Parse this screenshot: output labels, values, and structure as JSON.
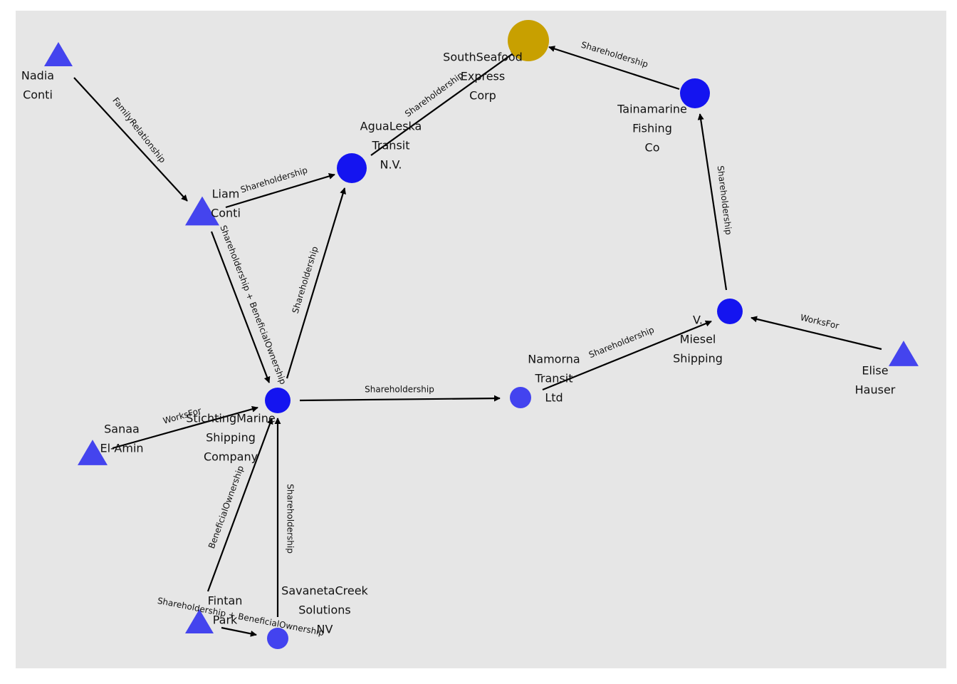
{
  "colors": {
    "background": "#e6e6e6",
    "person": "#4444ee",
    "company": "#1414f0",
    "company_light": "#4343ef",
    "target": "#c8a000",
    "edge": "#000000"
  },
  "nodes": [
    {
      "id": "nadia",
      "kind": "person",
      "label": [
        "Nadia",
        "Conti"
      ]
    },
    {
      "id": "liam",
      "kind": "person",
      "label": [
        "Liam",
        "Conti"
      ]
    },
    {
      "id": "sanaa",
      "kind": "person",
      "label": [
        "Sanaa",
        "El-Amin"
      ]
    },
    {
      "id": "fintan",
      "kind": "person",
      "label": [
        "Fintan",
        "Park"
      ]
    },
    {
      "id": "elise",
      "kind": "person",
      "label": [
        "Elise",
        "Hauser"
      ]
    },
    {
      "id": "southseafood",
      "kind": "target",
      "label": [
        "SouthSeafood",
        "Express",
        "Corp"
      ]
    },
    {
      "id": "agualeska",
      "kind": "company",
      "label": [
        "AguaLeska",
        "Transit",
        "N.V."
      ]
    },
    {
      "id": "tainamarine",
      "kind": "company",
      "label": [
        "Tainamarine",
        "Fishing",
        "Co"
      ]
    },
    {
      "id": "stichting",
      "kind": "company",
      "label": [
        "StichtingMarine",
        "Shipping",
        "Company"
      ]
    },
    {
      "id": "namorna",
      "kind": "company_light",
      "label": [
        "Namorna",
        "Transit",
        "Ltd"
      ]
    },
    {
      "id": "vmiesel",
      "kind": "company",
      "label": [
        "V.",
        "Miesel",
        "Shipping"
      ]
    },
    {
      "id": "savaneta",
      "kind": "company_light",
      "label": [
        "SavanetaCreek",
        "Solutions",
        "NV"
      ]
    }
  ],
  "edges": [
    {
      "from": "nadia",
      "to": "liam",
      "label": "FamilyRelationship"
    },
    {
      "from": "liam",
      "to": "agualeska",
      "label": "Shareholdership"
    },
    {
      "from": "liam",
      "to": "stichting",
      "label": "Shareholdership + BeneficialOwnership"
    },
    {
      "from": "stichting",
      "to": "agualeska",
      "label": "Shareholdership"
    },
    {
      "from": "agualeska",
      "to": "southseafood",
      "label": "Shareholdership"
    },
    {
      "from": "tainamarine",
      "to": "southseafood",
      "label": "Shareholdership"
    },
    {
      "from": "vmiesel",
      "to": "tainamarine",
      "label": "Shareholdership"
    },
    {
      "from": "elise",
      "to": "vmiesel",
      "label": "WorksFor"
    },
    {
      "from": "namorna",
      "to": "vmiesel",
      "label": "Shareholdership"
    },
    {
      "from": "stichting",
      "to": "namorna",
      "label": "Shareholdership"
    },
    {
      "from": "sanaa",
      "to": "stichting",
      "label": "WorksFor"
    },
    {
      "from": "fintan",
      "to": "stichting",
      "label": "BeneficialOwnership"
    },
    {
      "from": "savaneta",
      "to": "stichting",
      "label": "Shareholdership"
    },
    {
      "from": "fintan",
      "to": "savaneta",
      "label": "Shareholdership + BeneficialOwnership"
    }
  ]
}
